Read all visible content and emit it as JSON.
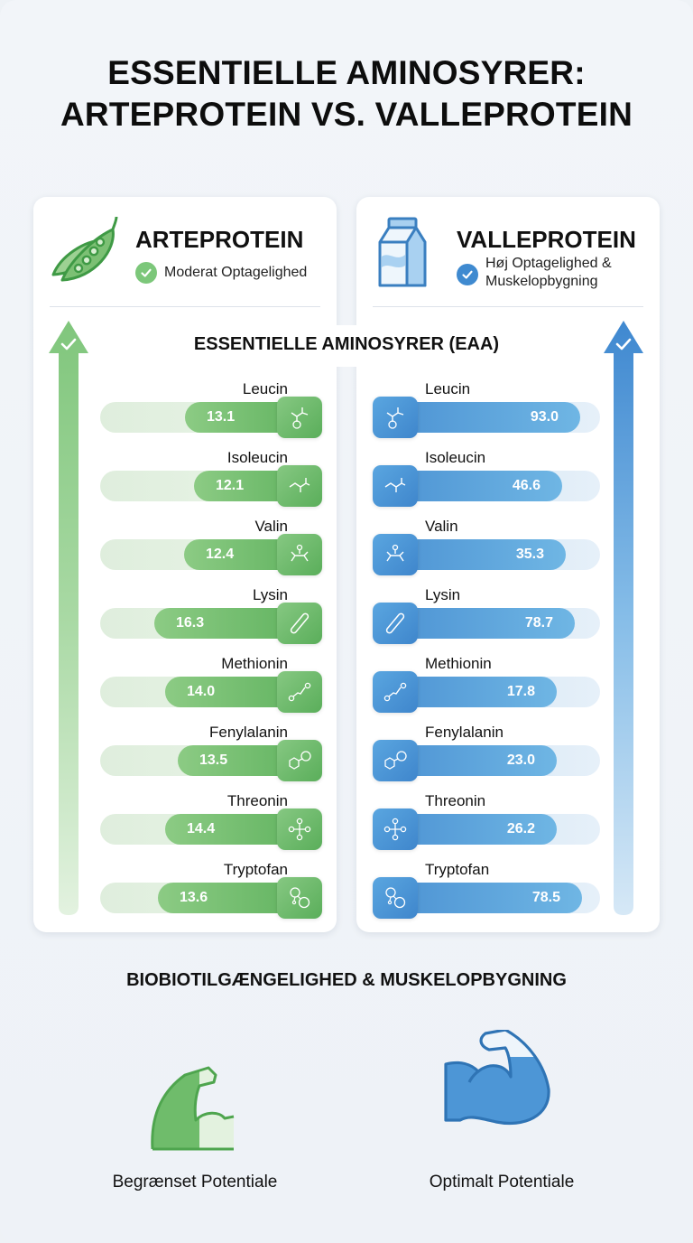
{
  "title": {
    "line1": "ESSENTIELLE AMINOSYRER:",
    "line2": "ARTEPROTEIN VS. VALLEPROTEIN"
  },
  "colors": {
    "pea_green": "#5fb25e",
    "pea_light": "#dfeedd",
    "whey_blue": "#4a90d2",
    "whey_light": "#cfe3f4",
    "background": "#eef2f6"
  },
  "pea": {
    "title": "ARTEPROTEIN",
    "badge": "Moderat Optagelighed",
    "icon": "pea-pod-icon",
    "amino_acids": [
      {
        "name": "Leucin",
        "value": "13.1",
        "icon": "leucine-molecule-icon"
      },
      {
        "name": "Isoleucin",
        "value": "12.1",
        "icon": "isoleucine-molecule-icon"
      },
      {
        "name": "Valin",
        "value": "12.4",
        "icon": "valine-molecule-icon"
      },
      {
        "name": "Lysin",
        "value": "16.3",
        "icon": "lysine-molecule-icon"
      },
      {
        "name": "Methionin",
        "value": "14.0",
        "icon": "methionine-molecule-icon"
      },
      {
        "name": "Fenylalanin",
        "value": "13.5",
        "icon": "phenylalanine-molecule-icon"
      },
      {
        "name": "Threonin",
        "value": "14.4",
        "icon": "threonine-molecule-icon"
      },
      {
        "name": "Tryptofan",
        "value": "13.6",
        "icon": "tryptophan-molecule-icon"
      }
    ]
  },
  "whey": {
    "title": "VALLEPROTEIN",
    "badge_line1": "Høj Optagelighed &",
    "badge_line2": "Muskelopbygning",
    "icon": "milk-carton-icon",
    "amino_acids": [
      {
        "name": "Leucin",
        "value": "93.0",
        "icon": "leucine-molecule-icon"
      },
      {
        "name": "Isoleucin",
        "value": "46.6",
        "icon": "isoleucine-molecule-icon"
      },
      {
        "name": "Valin",
        "value": "35.3",
        "icon": "valine-molecule-icon"
      },
      {
        "name": "Lysin",
        "value": "78.7",
        "icon": "lysine-molecule-icon"
      },
      {
        "name": "Methionin",
        "value": "17.8",
        "icon": "methionine-molecule-icon"
      },
      {
        "name": "Fenylalanin",
        "value": "23.0",
        "icon": "phenylalanine-molecule-icon"
      },
      {
        "name": "Threonin",
        "value": "26.2",
        "icon": "threonine-molecule-icon"
      },
      {
        "name": "Tryptofan",
        "value": "78.5",
        "icon": "tryptophan-molecule-icon"
      }
    ]
  },
  "eaa_title": "ESSENTIELLE AMINOSYRER (EAA)",
  "section2_title": "BIOBIOTILGÆNGELIGHED & MUSKELOPBYGNING",
  "muscles": {
    "pea_caption": "Begrænset Potentiale",
    "whey_caption": "Optimalt Potentiale"
  },
  "chart_data": {
    "type": "bar",
    "title": "Essentielle aminosyrer: Arteprotein vs. Valleprotein",
    "subtitle": "Essentielle aminosyrer (EAA)",
    "categories": [
      "Leucin",
      "Isoleucin",
      "Valin",
      "Lysin",
      "Methionin",
      "Fenylalanin",
      "Threonin",
      "Tryptofan"
    ],
    "series": [
      {
        "name": "Arteprotein",
        "color": "#5fb25e",
        "values": [
          13.1,
          12.1,
          12.4,
          16.3,
          14.0,
          13.5,
          14.4,
          13.6
        ]
      },
      {
        "name": "Valleprotein",
        "color": "#4a90d2",
        "values": [
          93.0,
          46.6,
          35.3,
          78.7,
          17.8,
          23.0,
          26.2,
          78.5
        ]
      }
    ],
    "orientation": "horizontal",
    "xlabel": "",
    "ylabel": "",
    "grid": false,
    "legend": "panel headers (Arteprotein left, Valleprotein right)",
    "annotations": [
      "Moderat Optagelighed",
      "Høj Optagelighed & Muskelopbygning",
      "Begrænset Potentiale",
      "Optimalt Potentiale"
    ]
  }
}
